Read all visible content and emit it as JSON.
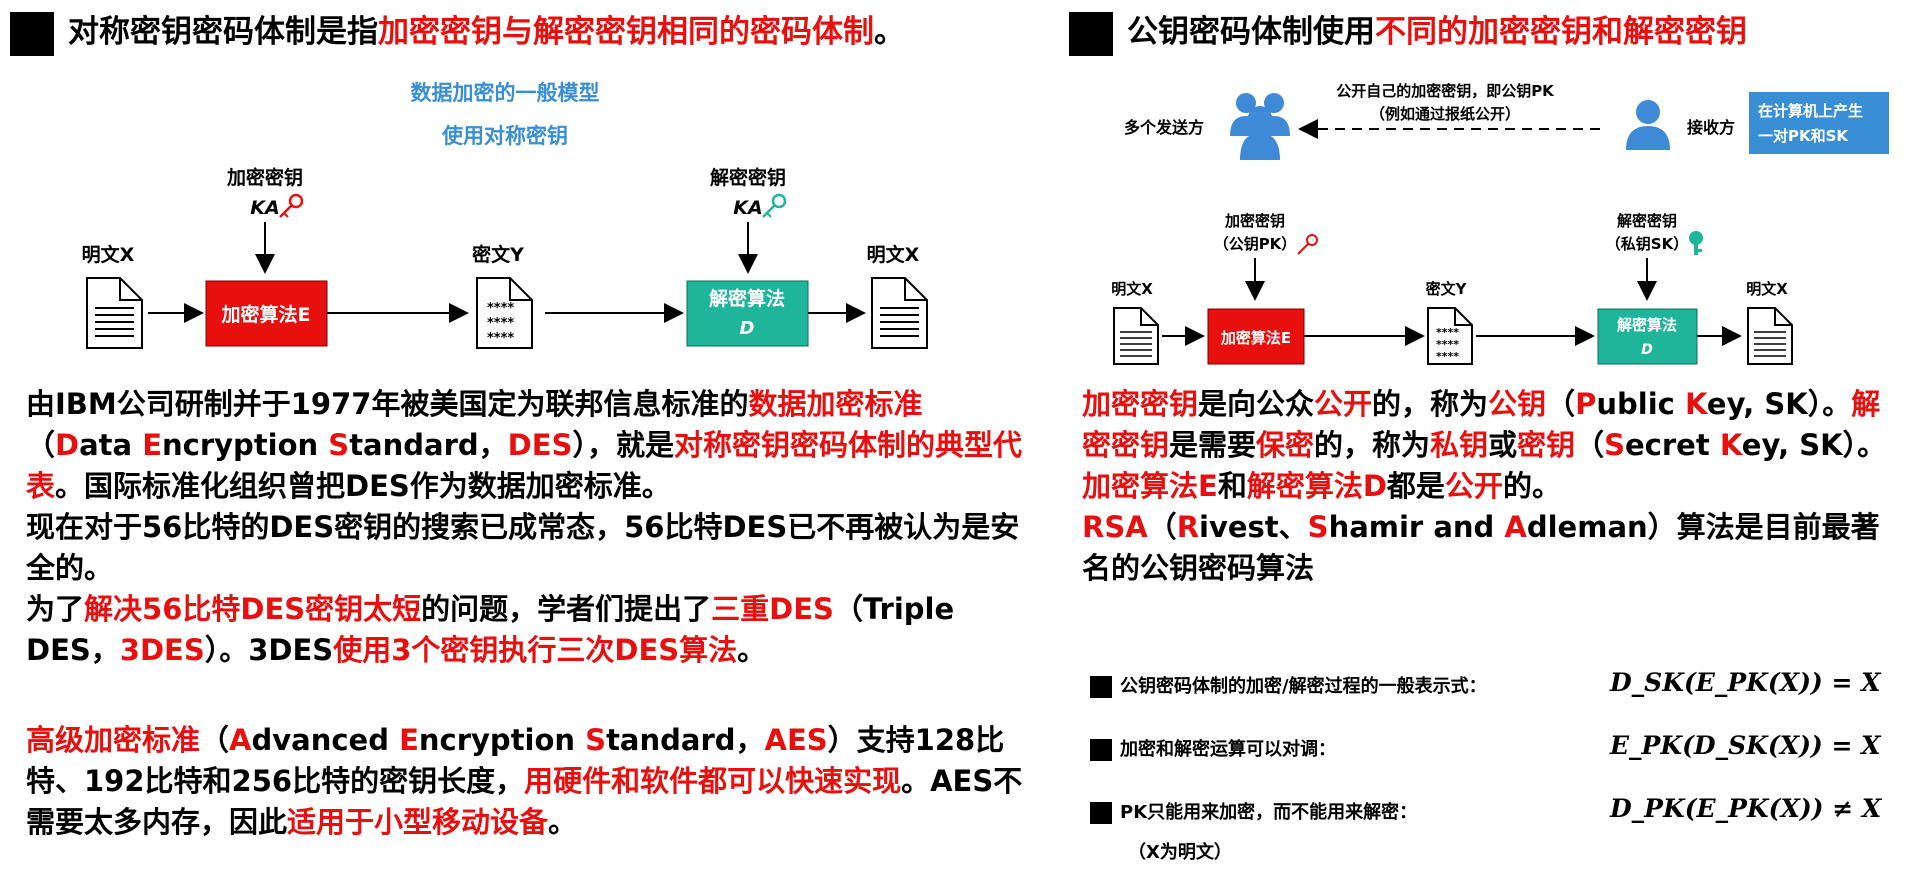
{
  "left": {
    "heading": {
      "plain": "对称密钥密码体制是指",
      "highlight": "加密密钥与解密密钥相同的密码体制",
      "tail": "。"
    },
    "model": {
      "title": "数据加密的一般模型",
      "subtitle": "使用对称密钥",
      "enc_key_label": "加密密钥",
      "enc_key_name": "KA",
      "dec_key_label": "解密密钥",
      "dec_key_name": "KA",
      "plaintext_in": "明文X",
      "ciphertext": "密文Y",
      "plaintext_out": "明文X",
      "enc_algo": "加密算法E",
      "dec_algo_line1": "解密算法",
      "dec_algo_line2": "D",
      "cipher_marks": "****"
    },
    "para1": [
      {
        "t": "由IBM公司研制并于1977年被美国定为联邦信息标准的",
        "c": ""
      },
      {
        "t": "数据加密标准",
        "c": "red"
      },
      {
        "t": "（",
        "c": ""
      },
      {
        "t": "D",
        "c": "red"
      },
      {
        "t": "ata ",
        "c": ""
      },
      {
        "t": "E",
        "c": "red"
      },
      {
        "t": "ncryption ",
        "c": ""
      },
      {
        "t": "S",
        "c": "red"
      },
      {
        "t": "tandard，",
        "c": ""
      },
      {
        "t": "DES",
        "c": "red"
      },
      {
        "t": "），就是",
        "c": ""
      },
      {
        "t": "对称密钥密码体制的典型代表",
        "c": "red"
      },
      {
        "t": "。国际标准化组织曾把DES作为数据加密标准。",
        "c": ""
      }
    ],
    "para2": "现在对于56比特的DES密钥的搜索已成常态，56比特DES已不再被认为是安全的。",
    "para3": [
      {
        "t": "为了",
        "c": ""
      },
      {
        "t": "解决56比特DES密钥太短",
        "c": "red"
      },
      {
        "t": "的问题，学者们提出了",
        "c": ""
      },
      {
        "t": "三重DES",
        "c": "red"
      },
      {
        "t": "（Triple DES，",
        "c": ""
      },
      {
        "t": "3DES",
        "c": "red"
      },
      {
        "t": "）。3DES",
        "c": ""
      },
      {
        "t": "使用3个密钥执行三次DES算法",
        "c": "red"
      },
      {
        "t": "。",
        "c": ""
      }
    ],
    "para4": [
      {
        "t": "高级加密标准",
        "c": "red"
      },
      {
        "t": "（",
        "c": ""
      },
      {
        "t": "A",
        "c": "red"
      },
      {
        "t": "dvanced ",
        "c": ""
      },
      {
        "t": "E",
        "c": "red"
      },
      {
        "t": "ncryption ",
        "c": ""
      },
      {
        "t": "S",
        "c": "red"
      },
      {
        "t": "tandard，",
        "c": ""
      },
      {
        "t": "AES",
        "c": "red"
      },
      {
        "t": "）支持128比特、192比特和256比特的密钥长度，",
        "c": ""
      },
      {
        "t": "用硬件和软件都可以快速实现",
        "c": "red"
      },
      {
        "t": "。AES不需要太多内存，因此",
        "c": ""
      },
      {
        "t": "适用于小型移动设备",
        "c": "red"
      },
      {
        "t": "。",
        "c": ""
      }
    ]
  },
  "right": {
    "heading": {
      "plain": "公钥密码体制使用",
      "highlight": "不同的加密密钥和解密密钥"
    },
    "model": {
      "senders": "多个发送方",
      "publish_line1": "公开自己的加密密钥，即公钥PK",
      "publish_line2": "（例如通过报纸公开）",
      "receiver": "接收方",
      "box_line1": "在计算机上产生",
      "box_line2": "一对PK和SK",
      "enc_key_label": "加密密钥",
      "enc_key_name": "（公钥PK）",
      "dec_key_label": "解密密钥",
      "dec_key_name": "（私钥SK）",
      "plaintext_in": "明文X",
      "ciphertext": "密文Y",
      "plaintext_out": "明文X",
      "enc_algo": "加密算法E",
      "dec_algo_line1": "解密算法",
      "dec_algo_line2": "D",
      "cipher_marks": "****"
    },
    "para1": [
      {
        "t": "加密密钥",
        "c": "red"
      },
      {
        "t": "是向公众",
        "c": ""
      },
      {
        "t": "公开",
        "c": "red"
      },
      {
        "t": "的，称为",
        "c": ""
      },
      {
        "t": "公钥",
        "c": "red"
      },
      {
        "t": "（",
        "c": ""
      },
      {
        "t": "P",
        "c": "red"
      },
      {
        "t": "ublic ",
        "c": ""
      },
      {
        "t": "K",
        "c": "red"
      },
      {
        "t": "ey, SK）。",
        "c": ""
      },
      {
        "t": "解密密钥",
        "c": "red"
      },
      {
        "t": "是需要",
        "c": ""
      },
      {
        "t": "保密",
        "c": "red"
      },
      {
        "t": "的，称为",
        "c": ""
      },
      {
        "t": "私钥",
        "c": "red"
      },
      {
        "t": "或",
        "c": ""
      },
      {
        "t": "密钥",
        "c": "red"
      },
      {
        "t": "（",
        "c": ""
      },
      {
        "t": "S",
        "c": "red"
      },
      {
        "t": "ecret ",
        "c": ""
      },
      {
        "t": "K",
        "c": "red"
      },
      {
        "t": "ey, SK）。",
        "c": ""
      },
      {
        "t": "加密算法E",
        "c": "red"
      },
      {
        "t": "和",
        "c": ""
      },
      {
        "t": "解密算法D",
        "c": "red"
      },
      {
        "t": "都是",
        "c": ""
      },
      {
        "t": "公开",
        "c": "red"
      },
      {
        "t": "的。",
        "c": ""
      }
    ],
    "para2": [
      {
        "t": "RSA",
        "c": "red"
      },
      {
        "t": "（",
        "c": ""
      },
      {
        "t": "R",
        "c": "red"
      },
      {
        "t": "ivest、",
        "c": ""
      },
      {
        "t": "S",
        "c": "red"
      },
      {
        "t": "hamir and ",
        "c": ""
      },
      {
        "t": "A",
        "c": "red"
      },
      {
        "t": "dleman）算法是目前最著名的公钥密码算法",
        "c": ""
      }
    ],
    "formulas": [
      {
        "label": "公钥密码体制的加密/解密过程的一般表示式：",
        "expr": "D_SK(E_PK(X)) = X"
      },
      {
        "label": "加密和解密运算可以对调：",
        "expr": "E_PK(D_SK(X)) = X"
      },
      {
        "label": "PK只能用来加密，而不能用来解密：",
        "expr": "D_PK(E_PK(X)) ≠ X"
      }
    ],
    "note": "（X为明文）"
  },
  "colors": {
    "red": "#e8100f",
    "teal": "#1fb59a",
    "blue": "#3a8fd4",
    "sender_blue": "#3f8ad6"
  }
}
